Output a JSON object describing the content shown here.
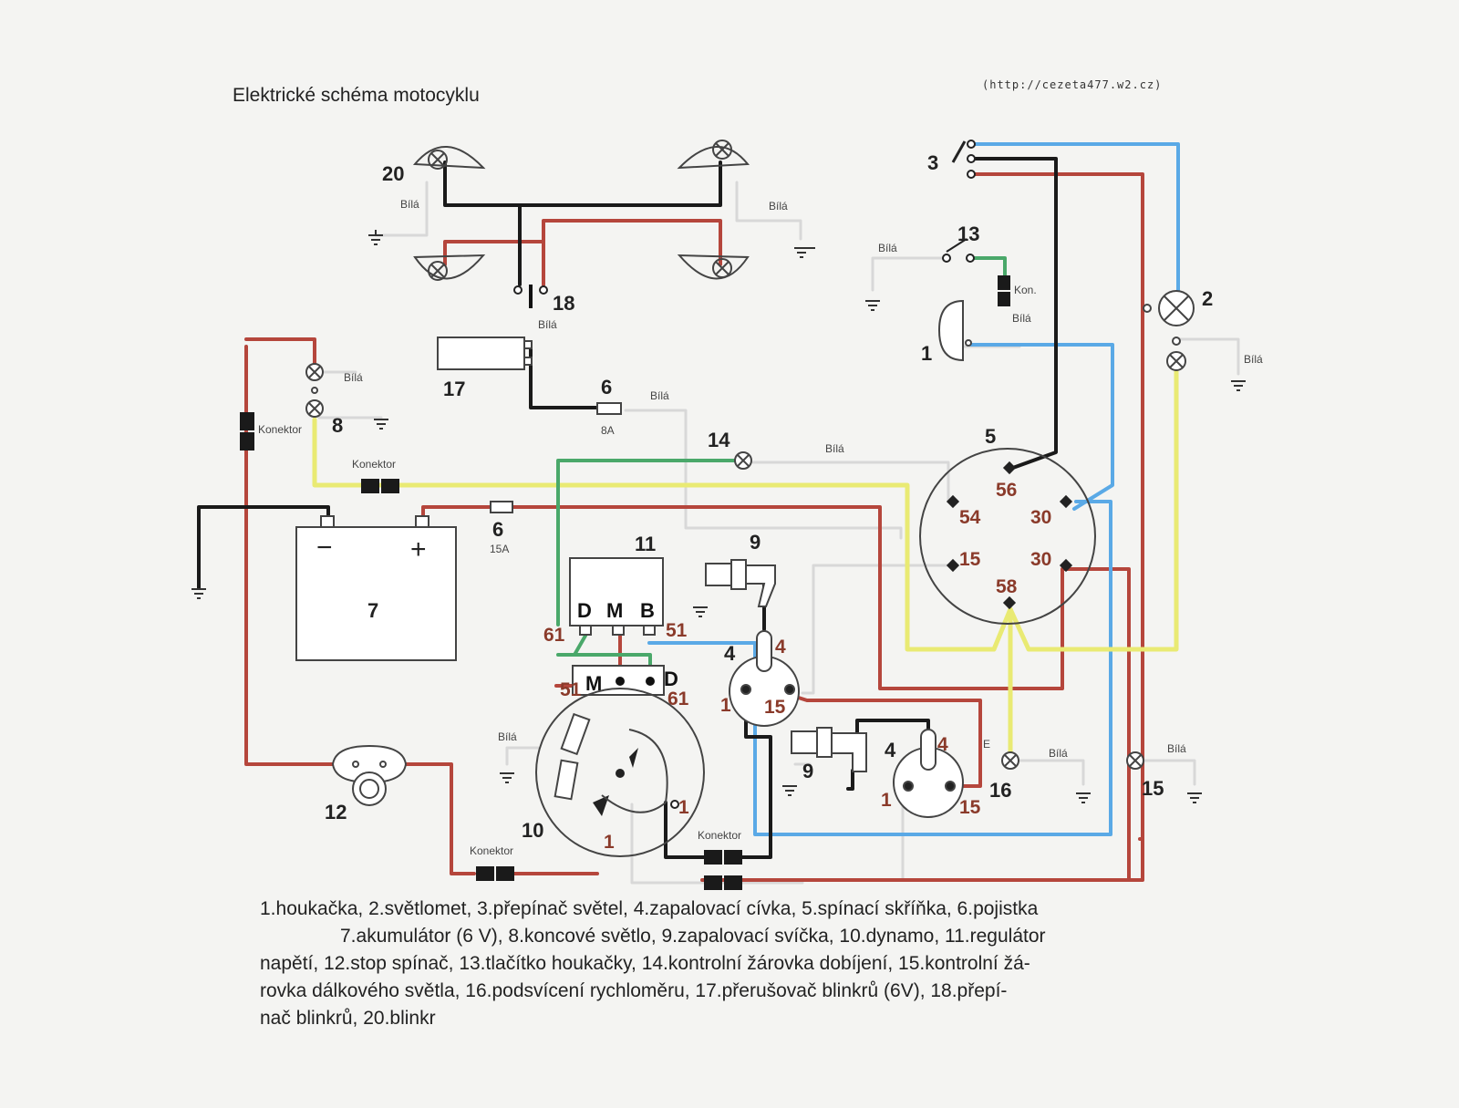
{
  "title": "Elektrické schéma motocyklu",
  "url": "(http://cezeta477.w2.cz)",
  "ground_label": "Bílá",
  "connector_label": "Konektor",
  "kon_label": "Kon.",
  "components": {
    "n1": "1",
    "n2": "2",
    "n3": "3",
    "n4": "4",
    "n5": "5",
    "n6": "6",
    "n7": "7",
    "n8": "8",
    "n9": "9",
    "n10": "10",
    "n11": "11",
    "n12": "12",
    "n13": "13",
    "n14": "14",
    "n15": "15",
    "n16": "16",
    "n17": "17",
    "n18": "18",
    "n20": "20"
  },
  "fuses": {
    "upper": "8A",
    "lower": "15A"
  },
  "battery": {
    "minus": "−",
    "plus": "+"
  },
  "switch_box_terminals": {
    "t56": "56",
    "t54": "54",
    "t30a": "30",
    "t15": "15",
    "t30b": "30",
    "t58": "58"
  },
  "regulator_terminals": {
    "d": "D",
    "m": "M",
    "b": "B",
    "t61": "61",
    "t51": "51"
  },
  "dynamo_terminals": {
    "m": "M",
    "d": "D",
    "t51": "51",
    "t61": "61",
    "t1a": "1",
    "t1b": "1"
  },
  "coil_terminals": {
    "a4": "4",
    "a1": "1",
    "a15": "15",
    "b4": "4",
    "b1": "1",
    "b15": "15"
  },
  "small_e": "E",
  "caption_lines": [
    "1.houkačka, 2.světlomet, 3.přepínač světel, 4.zapalovací cívka, 5.spínací skříňka, 6.pojistka",
    "7.akumulátor (6 V), 8.koncové světlo, 9.zapalovací svíčka, 10.dynamo, 11.regulátor",
    "napětí, 12.stop spínač, 13.tlačítko houkačky, 14.kontrolní žárovka dobíjení, 15.kontrolní žá-",
    "rovka dálkového světla, 16.podsvícení rychloměru, 17.přerušovač blinkrů (6V), 18.přepí-",
    "nač blinkrů,  20.blinkr"
  ],
  "colors": {
    "red": "#b5463c",
    "blue": "#5aa9e6",
    "yellow": "#e9ea73",
    "green": "#4aa86a",
    "black": "#1a1a1a",
    "white_wire": "#d8d8d8"
  }
}
